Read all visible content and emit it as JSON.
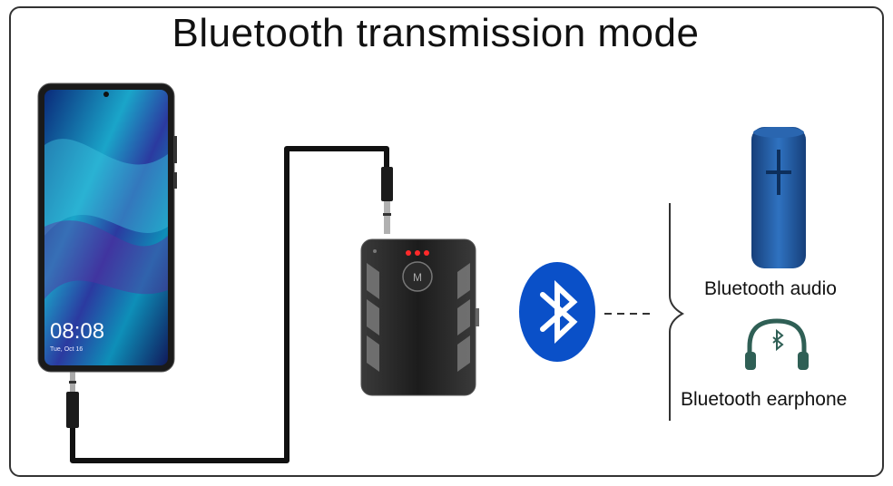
{
  "title": "Bluetooth transmission mode",
  "phone": {
    "time": "08:08",
    "date": "Tue, Oct 16"
  },
  "device": {
    "button_label": "M"
  },
  "targets": [
    {
      "label": "Bluetooth audio"
    },
    {
      "label": "Bluetooth earphone"
    }
  ],
  "colors": {
    "bluetooth_blue": "#0a50c8",
    "speaker_blue": "#1f5fa8",
    "headphone_green": "#2f5f55",
    "cable": "#111111",
    "led_red": "#ff2a2a"
  }
}
